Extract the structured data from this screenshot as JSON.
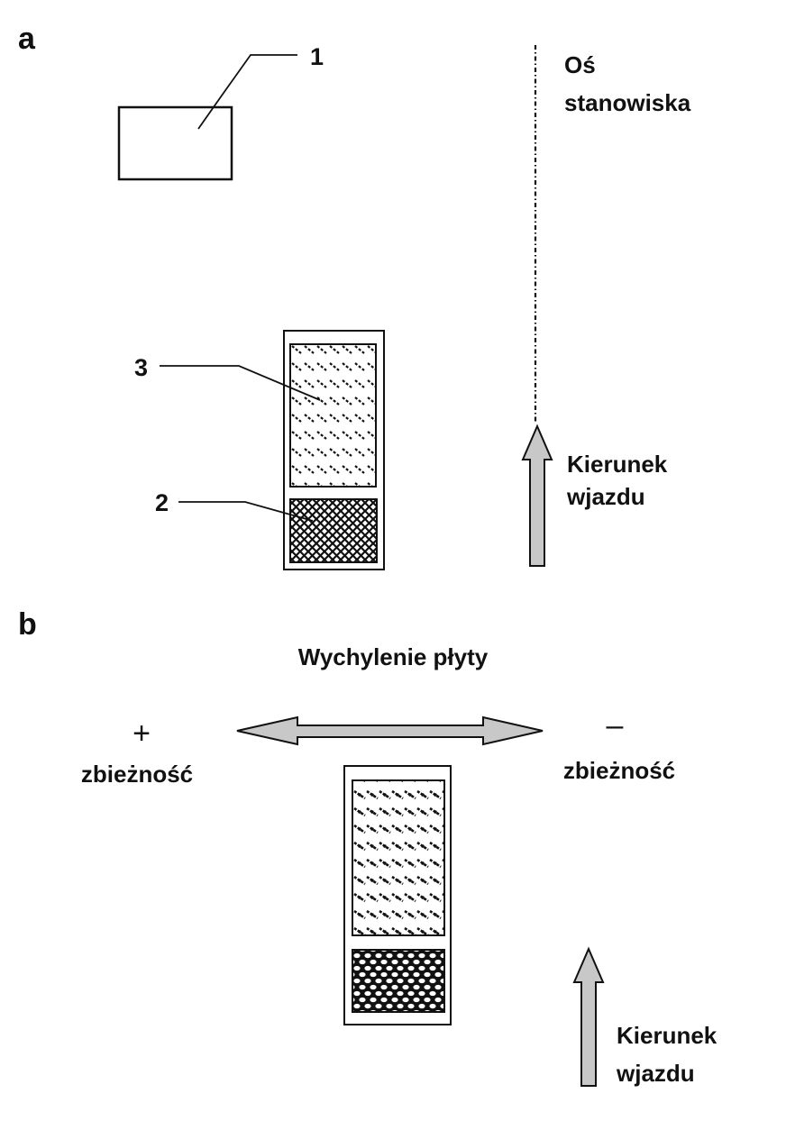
{
  "panel_a": {
    "label": "a",
    "callouts": {
      "item_1": "1",
      "item_2": "2",
      "item_3": "3"
    },
    "axis_label_line1": "Oś",
    "axis_label_line2": "stanowiska",
    "direction_line1": "Kierunek",
    "direction_line2": "wjazdu"
  },
  "panel_b": {
    "label": "b",
    "title": "Wychylenie płyty",
    "plus_sign": "+",
    "minus_sign": "–",
    "left_label": "zbieżność",
    "right_label": "zbieżność",
    "direction_line1": "Kierunek",
    "direction_line2": "wjazdu"
  },
  "colors": {
    "ink": "#111111",
    "arrow_fill": "#c8c8c8",
    "background": "#ffffff"
  }
}
